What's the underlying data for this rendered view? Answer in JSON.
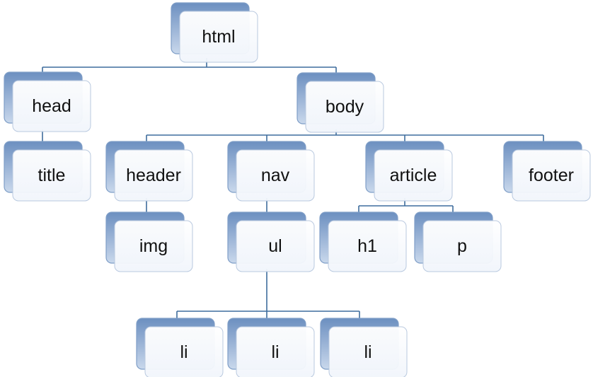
{
  "diagram": {
    "type": "tree",
    "colors": {
      "connector": "#3f6d9d",
      "node_back_top": "#6c8fc0",
      "node_back_bottom": "#c9d8ec",
      "node_front_top": "#ffffff",
      "node_front_bottom": "#f1f5fb"
    },
    "nodes": {
      "html": "html",
      "head": "head",
      "body": "body",
      "title": "title",
      "header": "header",
      "nav": "nav",
      "article": "article",
      "footer": "footer",
      "img": "img",
      "ul": "ul",
      "h1": "h1",
      "p": "p",
      "li1": "li",
      "li2": "li",
      "li3": "li"
    },
    "edges": [
      [
        "html",
        "head"
      ],
      [
        "html",
        "body"
      ],
      [
        "head",
        "title"
      ],
      [
        "body",
        "header"
      ],
      [
        "body",
        "nav"
      ],
      [
        "body",
        "article"
      ],
      [
        "body",
        "footer"
      ],
      [
        "header",
        "img"
      ],
      [
        "nav",
        "ul"
      ],
      [
        "article",
        "h1"
      ],
      [
        "article",
        "p"
      ],
      [
        "ul",
        "li1"
      ],
      [
        "ul",
        "li2"
      ],
      [
        "ul",
        "li3"
      ]
    ]
  }
}
